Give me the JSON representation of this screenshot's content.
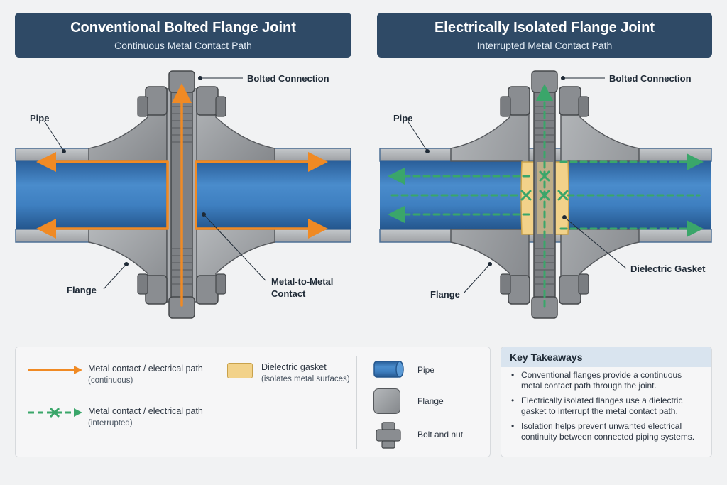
{
  "left_panel": {
    "title": "Conventional Bolted Flange Joint",
    "subtitle": "Continuous Metal Contact Path",
    "labels": {
      "bolted": "Bolted Connection",
      "pipe": "Pipe",
      "flange": "Flange",
      "contact_line1": "Metal-to-Metal",
      "contact_line2": "Contact"
    }
  },
  "right_panel": {
    "title": "Electrically Isolated Flange Joint",
    "subtitle": "Interrupted Metal Contact Path",
    "labels": {
      "bolted": "Bolted Connection",
      "pipe": "Pipe",
      "flange": "Flange",
      "gasket": "Dielectric Gasket"
    }
  },
  "legend": {
    "continuous_main": "Metal contact / electrical path",
    "continuous_sub": "(continuous)",
    "interrupted_main": "Metal contact / electrical path",
    "interrupted_sub": "(interrupted)",
    "gasket_main": "Dielectric gasket",
    "gasket_sub": "(isolates metal surfaces)",
    "pipe": "Pipe",
    "flange": "Flange",
    "bolt": "Bolt and nut"
  },
  "takeaways": {
    "heading": "Key Takeaways",
    "items": [
      "Conventional flanges provide a continuous metal contact path through the joint.",
      "Electrically isolated flanges use a dielectric gasket to interrupt the metal contact path.",
      "Isolation helps prevent unwanted electrical continuity between connected piping systems."
    ]
  },
  "colors": {
    "title_bg": "#2f4a66",
    "pipe_blue": "#3c79b8",
    "flange_grey": "#9a9da1",
    "bolt_grey": "#6e7175",
    "orange_path": "#f08a24",
    "green_path": "#3aa66a",
    "gasket_yellow": "#f2d28a"
  }
}
